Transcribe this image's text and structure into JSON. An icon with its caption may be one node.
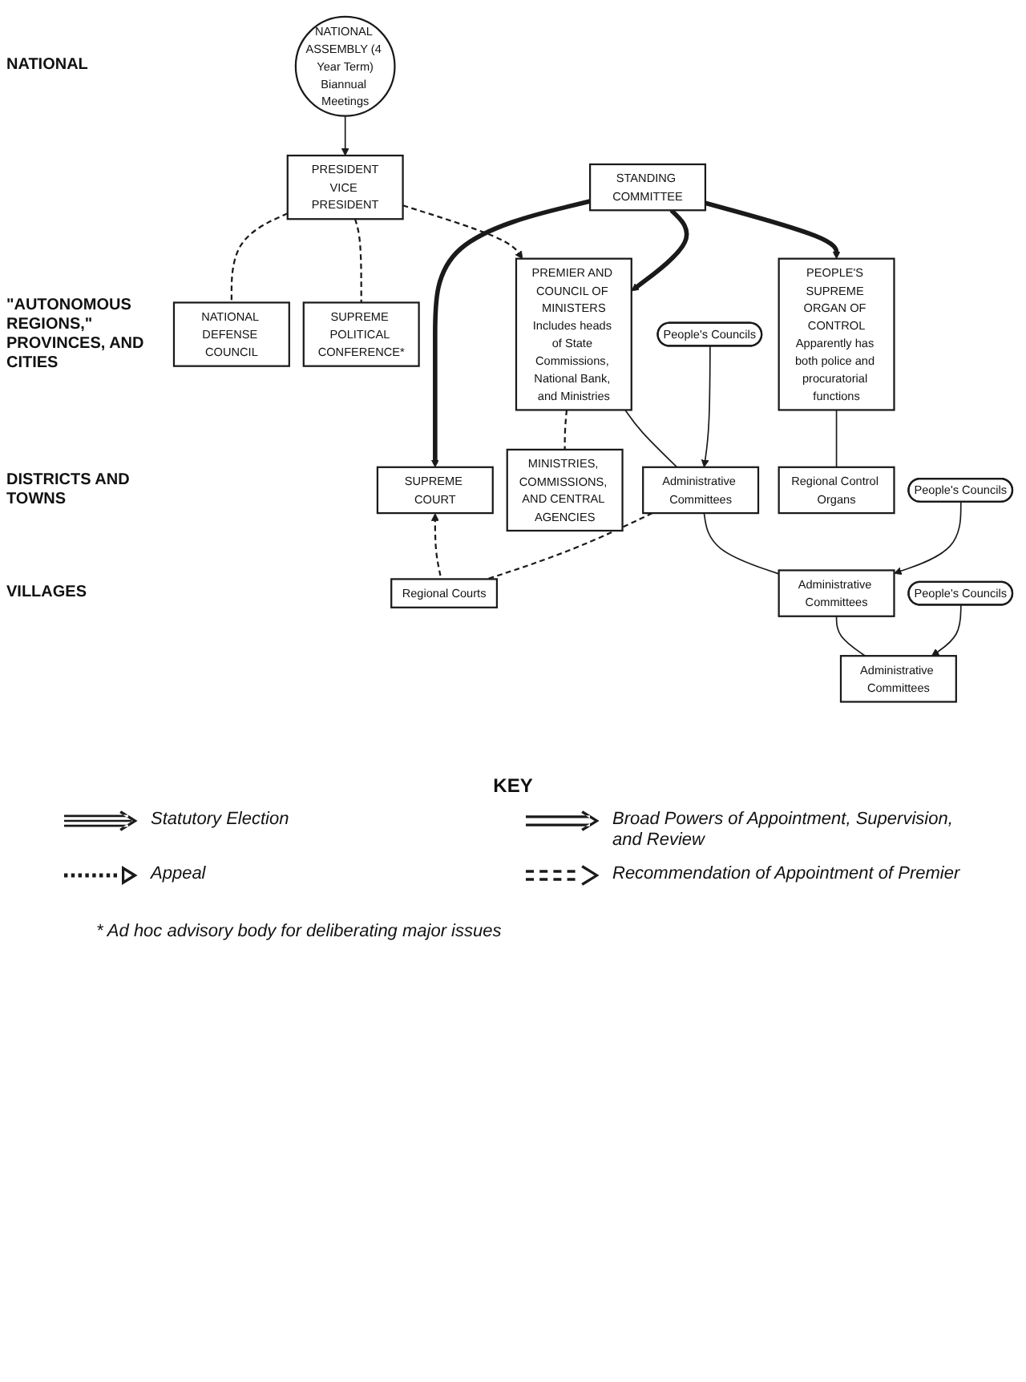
{
  "diagram": {
    "nodes": [
      {
        "text": [
          "NATIONAL ASSEMBLY (4 Year Term)",
          "Biannual Meetings"
        ]
      },
      {
        "text": [
          "STANDING COMMITTEE"
        ]
      },
      {
        "text": [
          "PRESIDENT",
          "VICE PRESIDENT"
        ]
      },
      {
        "text": [
          "NATIONAL DEFENSE COUNCIL"
        ]
      },
      {
        "text": [
          "SUPREME POLITICAL CONFERENCE*"
        ]
      },
      {
        "text": [
          "PREMIER AND COUNCIL OF MINISTERS",
          "Includes heads of State Commissions, National Bank, and Ministries"
        ]
      },
      {
        "text": [
          "SUPREME COURT"
        ]
      },
      {
        "text": [
          "PEOPLE'S SUPREME ORGAN OF CONTROL",
          "Apparently has both police and procuratorial functions"
        ]
      },
      {
        "text": [
          "MINISTRIES, COMMISSIONS, AND CENTRAL AGENCIES"
        ]
      },
      {
        "text": [
          "People's Councils"
        ]
      },
      {
        "text": [
          "Administrative Committees"
        ]
      },
      {
        "text": [
          "Regional Courts"
        ]
      },
      {
        "text": [
          "Regional Control Organs"
        ]
      },
      {
        "text": [
          "People's Councils"
        ]
      },
      {
        "text": [
          "Administrative Committees"
        ]
      },
      {
        "text": [
          "People's Councils"
        ]
      },
      {
        "text": [
          "Administrative Committees"
        ]
      }
    ],
    "edges": [
      {
        "from": 0,
        "to": 2,
        "arrow": "to"
      },
      {
        "from": 2,
        "to": 3,
        "arrow": "none",
        "style": "dashed"
      },
      {
        "from": 2,
        "to": 4,
        "arrow": "none",
        "style": "dashed"
      },
      {
        "from": 2,
        "to": 5,
        "arrow": "to",
        "style": "dashed"
      },
      {
        "from": 1,
        "to": 5,
        "arrow": "to",
        "style": "thick"
      },
      {
        "from": 1,
        "to": 6,
        "arrow": "to",
        "style": "thick"
      },
      {
        "from": 1,
        "to": 7,
        "arrow": "to",
        "style": "thick"
      },
      {
        "from": 11,
        "to": 6,
        "arrow": "to",
        "style": "dashed"
      },
      {
        "from": 5,
        "to": 10,
        "arrow": "none"
      },
      {
        "from": 5,
        "to": 8,
        "arrow": "none",
        "style": "dashed"
      },
      {
        "from": 10,
        "to": 11,
        "arrow": "none",
        "style": "dashed"
      },
      {
        "from": 7,
        "to": 12,
        "arrow": "none"
      },
      {
        "from": 9,
        "to": 10,
        "arrow": "to"
      },
      {
        "from": 10,
        "to": 14,
        "arrow": "none"
      },
      {
        "from": 13,
        "to": 14,
        "arrow": "to"
      },
      {
        "from": 14,
        "to": 16,
        "arrow": "none"
      },
      {
        "from": 15,
        "to": 16,
        "arrow": "to"
      }
    ],
    "labels": [
      "NATIONAL",
      "\"AUTONOMOUS REGIONS,\" PROVINCES, AND CITIES",
      "DISTRICTS AND TOWNS",
      "VILLAGES",
      "KEY",
      "* Ad hoc advisory body for deliberating major issues"
    ],
    "legend": [
      {
        "text": "Statutory Election"
      },
      {
        "text": "Broad Powers of Appointment, Supervision, and Review"
      },
      {
        "text": "Appeal"
      },
      {
        "text": "Recommendation of Appointment of Premier"
      }
    ]
  }
}
